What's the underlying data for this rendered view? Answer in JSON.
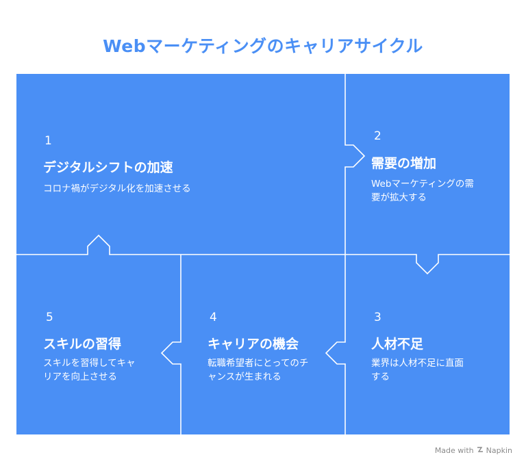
{
  "title": "Webマーケティングのキャリアサイクル",
  "colors": {
    "accent": "#4a8ff5",
    "title": "#4a8ff5",
    "line": "#ffffff"
  },
  "steps": [
    {
      "number": "1",
      "heading": "デジタルシフトの加速",
      "description": "コロナ禍がデジタル化を加速させる"
    },
    {
      "number": "2",
      "heading": "需要の増加",
      "description_lines": [
        "Webマーケティングの需",
        "要が拡大する"
      ]
    },
    {
      "number": "3",
      "heading": "人材不足",
      "description_lines": [
        "業界は人材不足に直面",
        "する"
      ]
    },
    {
      "number": "4",
      "heading": "キャリアの機会",
      "description_lines": [
        "転職希望者にとってのチ",
        "ャンスが生まれる"
      ]
    },
    {
      "number": "5",
      "heading": "スキルの習得",
      "description_lines": [
        "スキルを習得してキャ",
        "リアを向上させる"
      ]
    }
  ],
  "footer": {
    "made_with": "Made with",
    "brand": "Napkin"
  }
}
